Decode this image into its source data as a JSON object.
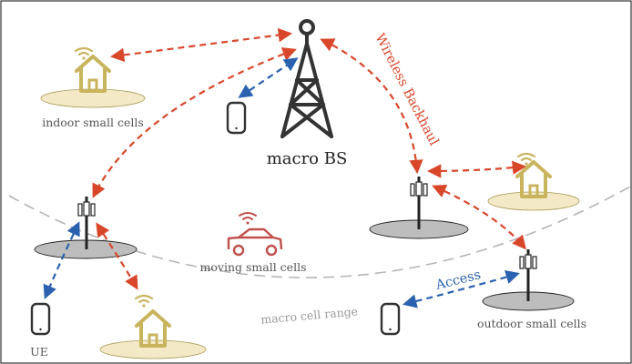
{
  "labels": {
    "macro_bs": "macro BS",
    "indoor_small_cells": "indoor small cells",
    "moving_small_cells": "moving small cells",
    "outdoor_small_cells": "outdoor small cells",
    "macro_cell_range": "macro cell range",
    "ue": "UE",
    "wireless_backhaul": "Wireless Backhaul",
    "access": "Access"
  },
  "colors": {
    "frame": "#333333",
    "tower": "#333333",
    "backhaul": "#d9472b",
    "access": "#2a62b0",
    "house": "#c9b45e",
    "house_disc": "#f3e9c6",
    "cell_disc": "#bdbdbd",
    "car": "#c0504d",
    "range_line": "#b0b0b0",
    "label_gray": "#555555"
  },
  "icons": [
    "tower-icon",
    "phone-icon",
    "house-icon",
    "small-cell-icon",
    "car-icon",
    "wifi-icon"
  ]
}
